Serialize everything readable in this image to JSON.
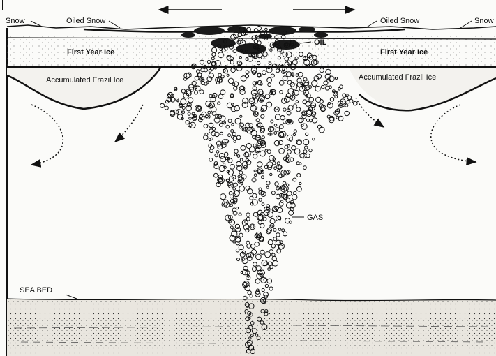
{
  "diagram": {
    "labels": {
      "snow_left": "Snow",
      "oiled_snow_left": "Oiled Snow",
      "oiled_snow_right": "Oiled Snow",
      "snow_right": "Snow",
      "oil": "OIL",
      "first_year_ice_left": "First Year Ice",
      "first_year_ice_right": "First Year Ice",
      "frazil_left": "Accumulated Frazil Ice",
      "frazil_right": "Accumulated Frazil Ice",
      "gas": "GAS",
      "sea_bed": "SEA BED"
    },
    "colors": {
      "ink": "#111111",
      "paper": "#fbfbf9",
      "sediment": "#e9e6df"
    }
  }
}
